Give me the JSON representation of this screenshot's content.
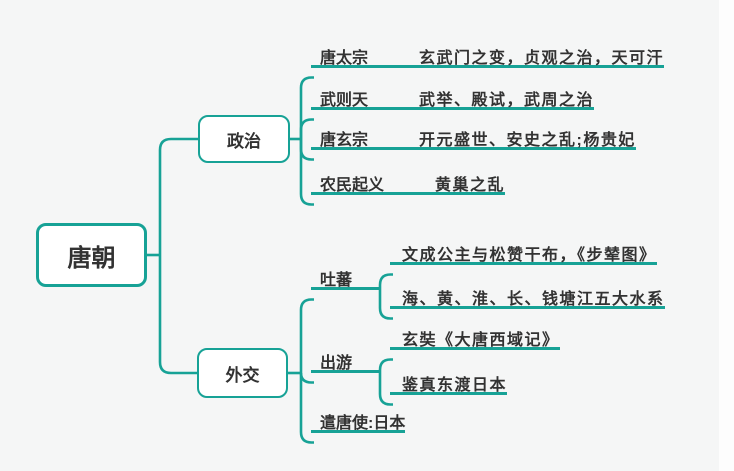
{
  "colors": {
    "line_color": "#17a296",
    "text_color": "#323232",
    "node_bg": "#ffffff",
    "canvas_bg": "#f5f6f6",
    "page_edge": "#fdfdfd"
  },
  "root": {
    "label": "唐朝"
  },
  "branches": [
    {
      "label": "政治",
      "children": [
        {
          "label": "唐太宗",
          "detail": "玄武门之变，贞观之治，天可汗"
        },
        {
          "label": "武则天",
          "detail": "武举、殿试，武周之治"
        },
        {
          "label": "唐玄宗",
          "detail": "开元盛世、安史之乱;杨贵妃"
        },
        {
          "label": "农民起义",
          "detail": "黄巢之乱"
        }
      ]
    },
    {
      "label": "外交",
      "children": [
        {
          "label": "吐蕃",
          "details": [
            "文成公主与松赞干布，《步辇图》",
            "海、黄、淮、长、钱塘江五大水系"
          ]
        },
        {
          "label": "出游",
          "details": [
            "玄奘《大唐西域记》",
            "鉴真东渡日本"
          ]
        },
        {
          "label": "遣唐使:日本",
          "details": []
        }
      ]
    }
  ]
}
